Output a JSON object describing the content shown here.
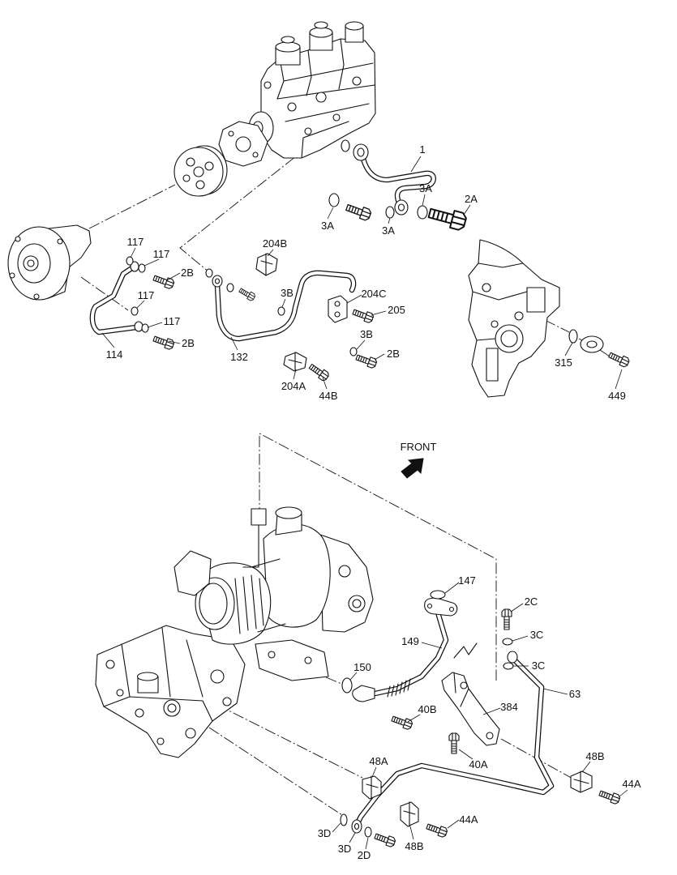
{
  "diagram": {
    "front_label": "FRONT",
    "callouts_upper": [
      "1",
      "3A",
      "2A",
      "3A",
      "3A",
      "117",
      "117",
      "2B",
      "204B",
      "3B",
      "204C",
      "205",
      "117",
      "117",
      "2B",
      "3B",
      "2B",
      "114",
      "132",
      "204A",
      "44B",
      "315",
      "449"
    ],
    "callouts_lower": [
      "147",
      "2C",
      "3C",
      "149",
      "3C",
      "150",
      "63",
      "40B",
      "384",
      "40A",
      "48A",
      "48B",
      "44A",
      "44A",
      "3D",
      "3D",
      "48B",
      "2D"
    ]
  }
}
